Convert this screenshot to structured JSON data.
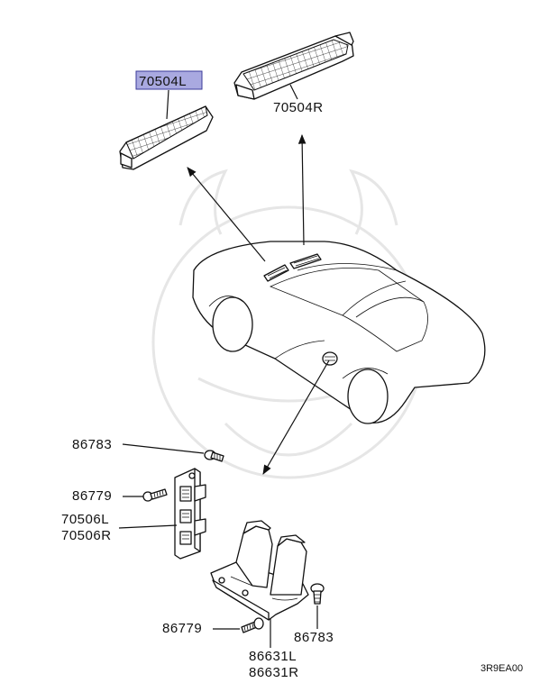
{
  "diagram": {
    "labels": {
      "vent_left": "70504L",
      "vent_right": "70504R",
      "screw_top": "86783",
      "bolt_left": "86779",
      "panel_left": "70506L",
      "panel_right": "70506R",
      "bolt_bottom": "86779",
      "screw_bottom": "86783",
      "duct_left": "86631L",
      "duct_right": "86631R"
    },
    "figure_code": "3R9EA00",
    "highlight_color": "#a9a9e0"
  }
}
